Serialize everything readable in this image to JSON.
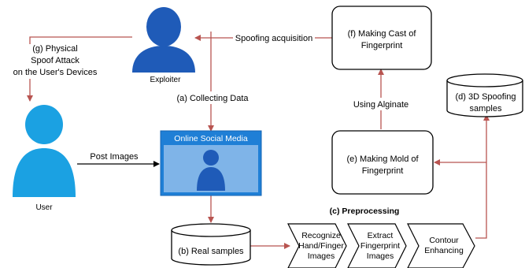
{
  "actors": {
    "exploiter": "Exploiter",
    "user": "User"
  },
  "nodes": {
    "making_cast": [
      "(f) Making Cast of",
      "Fingerprint"
    ],
    "making_mold": [
      "(e) Making Mold of",
      "Fingerprint"
    ],
    "spoof_samples": [
      "(d) 3D Spoofing",
      "samples"
    ],
    "real_samples": "(b) Real samples",
    "social_media": "Online Social Media"
  },
  "edges": {
    "spoofing_acquisition": "Spoofing acquisition",
    "physical_attack": [
      "(g) Physical",
      "Spoof Attack",
      "on the User's Devices"
    ],
    "collecting_data": "(a) Collecting Data",
    "using_alginate": "Using Alginate",
    "post_images": "Post Images"
  },
  "preprocessing": {
    "title": "(c) Preprocessing",
    "steps": [
      [
        "Recognize",
        "Hand/Finger",
        "Images"
      ],
      [
        "Extract",
        "Fingerprint",
        "Images"
      ],
      [
        "Contour",
        "Enhancing"
      ]
    ]
  },
  "colors": {
    "arrow": "#b85450",
    "person_dark": "#1f5bb8",
    "person_light": "#1ba1e2",
    "media_fill": "#1f7fd6",
    "media_inner": "#7fb4e8"
  }
}
